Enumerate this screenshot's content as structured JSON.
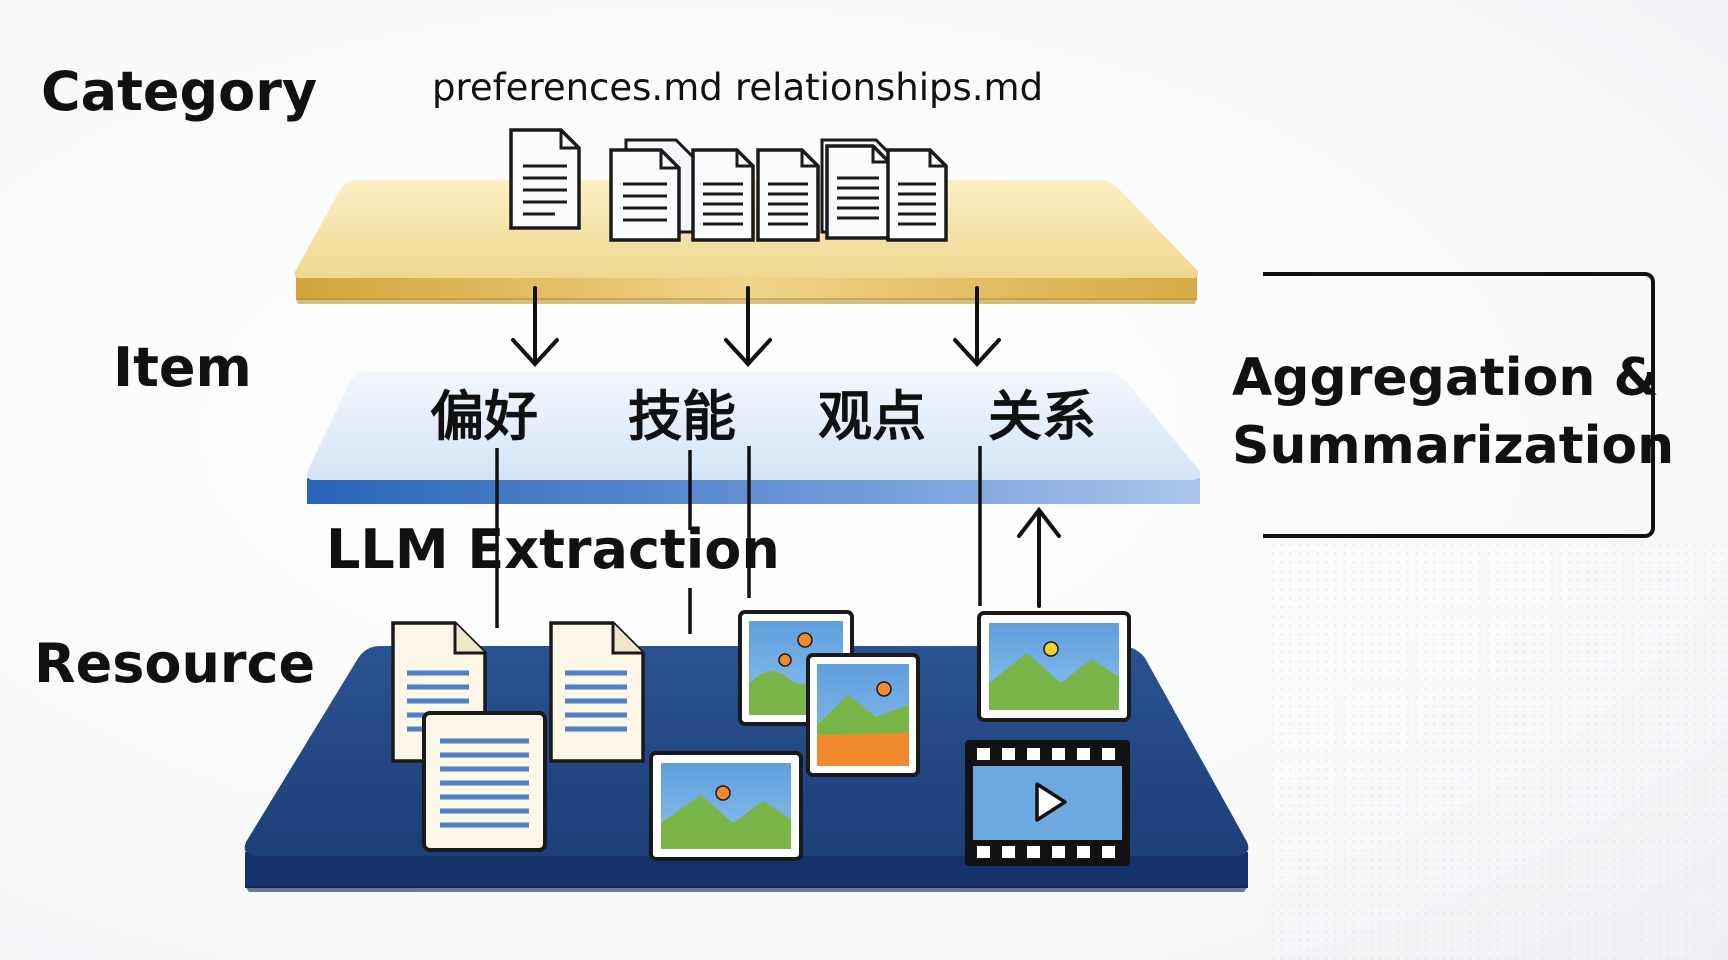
{
  "layers": {
    "category_label": "Category",
    "item_label": "Item",
    "resource_label": "Resource"
  },
  "category_files": [
    "preferences.md",
    "relationships.md"
  ],
  "items": [
    "偏好",
    "技能",
    "观点",
    "关系"
  ],
  "process": {
    "extraction": "LLM Extraction",
    "aggregation_line1": "Aggregation &",
    "aggregation_line2": "Summarization"
  },
  "colors": {
    "category_layer": "#f3dd9a",
    "item_layer": "#dce9f8",
    "resource_layer": "#1f4582",
    "image_sky": "#6fa9e0",
    "image_hill": "#79b548",
    "image_sun": "#f08a2c"
  }
}
